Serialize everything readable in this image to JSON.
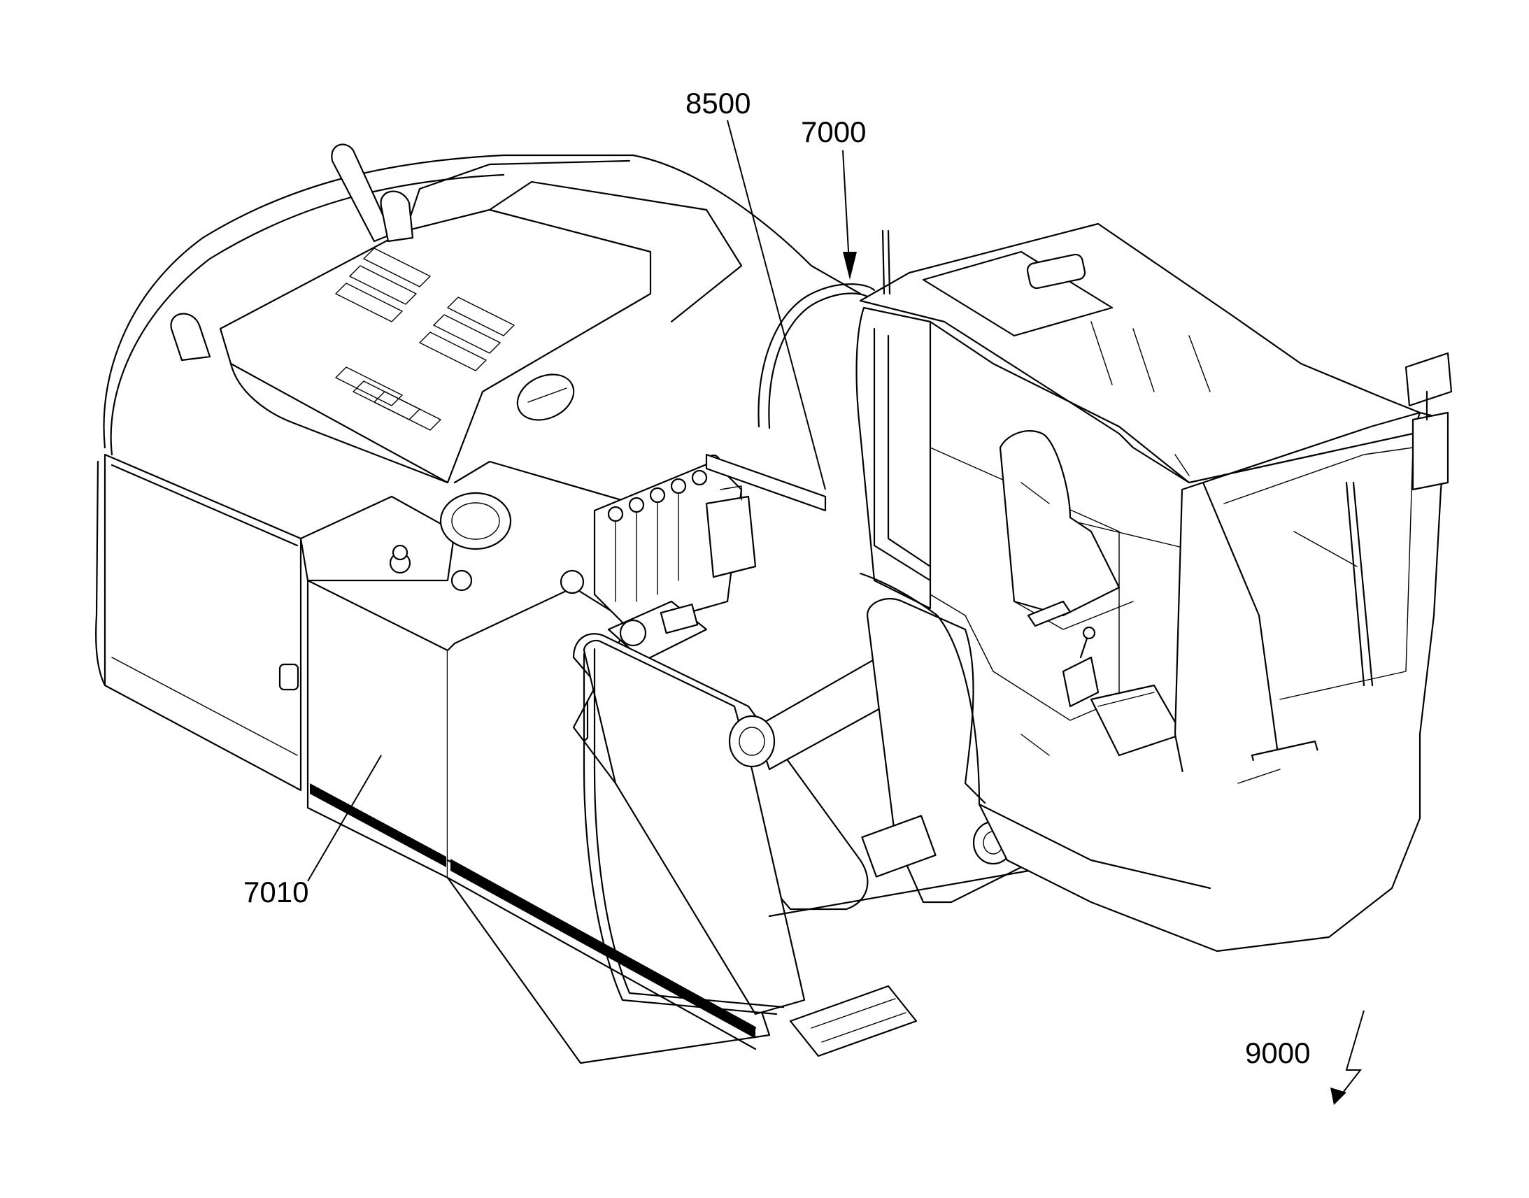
{
  "labels": {
    "cab_ref": "7000",
    "rail_ref": "8500",
    "tank_ref": "7010",
    "figure_ref": "9000"
  }
}
